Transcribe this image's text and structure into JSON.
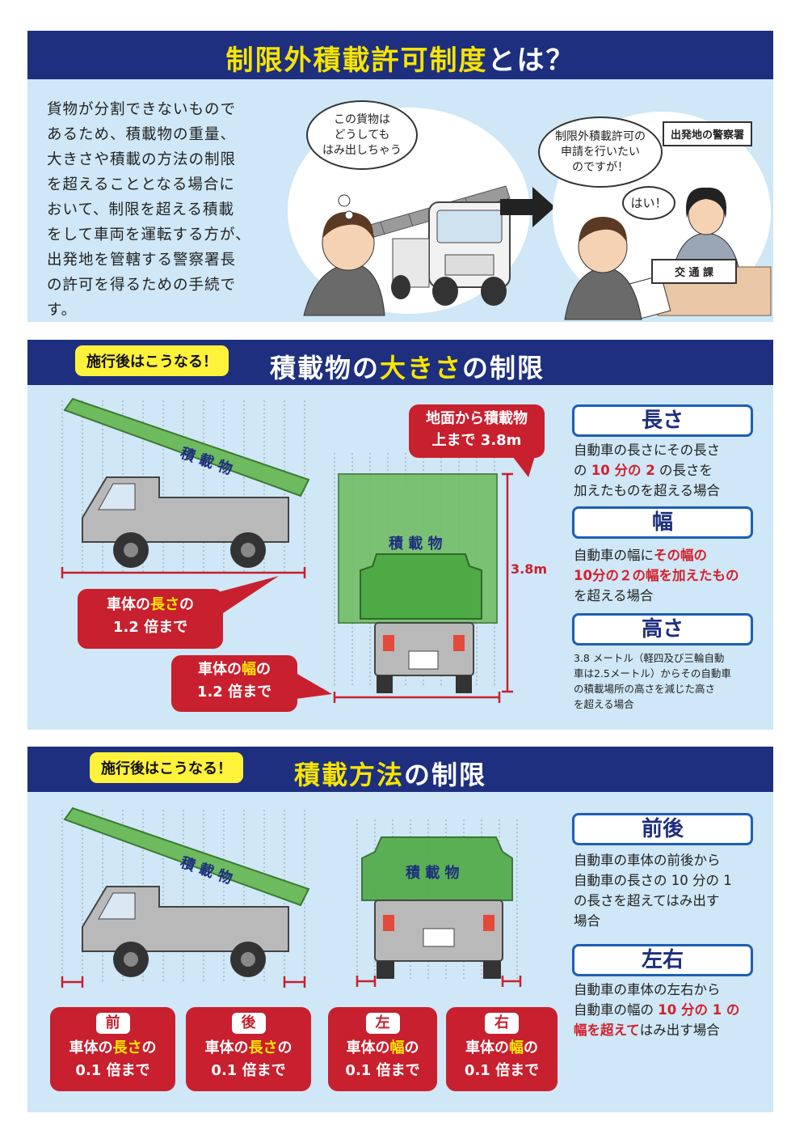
{
  "section1": {
    "title_part1": "制限外積載許可制度",
    "title_part2": "とは？",
    "intro_lines": [
      "貨物が分割できないもので",
      "あるため、積載物の重量、",
      "大きさや積載の方法の制限",
      "を超えることとなる場合に",
      "おいて、制限を超える積載",
      "をして車両を運転する方が、",
      "出発地を管轄する警察署長",
      "の許可を得るための手続で",
      "す。"
    ],
    "bubble_driver": [
      "この貨物は",
      "どうしても",
      "はみ出しちゃう"
    ],
    "bubble_request": [
      "制限外積載許可の",
      "申請を行いたい",
      "のですが！"
    ],
    "bubble_officer": "はい！",
    "sign_station": "出発地の警察署",
    "sign_desk": "交 通 課"
  },
  "section2": {
    "pill": "施行後はこうなる！",
    "title_a": "積載物の",
    "title_b": "大きさ",
    "title_c": "の制限",
    "cargo_label": "積 載 物",
    "height_callout": [
      "地面から積載物",
      "上まで 3.8m"
    ],
    "height_value": "3.8m",
    "length_box_a": "車体の",
    "length_box_b": "長さ",
    "length_box_c": "の",
    "length_box_d": "1.2 倍まで",
    "width_box_a": "車体の",
    "width_box_b": "幅",
    "width_box_c": "の",
    "width_box_d": "1.2 倍まで",
    "len_label": "長さ",
    "len_desc1": "自動車の長さにその長さ",
    "len_desc2a": "の ",
    "len_desc2b": "10 分の 2",
    "len_desc2c": " の長さを",
    "len_desc3": "加えたものを超える場合",
    "wid_label": "幅",
    "wid_desc1a": "自動車の幅に",
    "wid_desc1b": "その幅の",
    "wid_desc2": "10分の２の幅を加えたもの",
    "wid_desc3": "を超える場合",
    "hei_label": "高さ",
    "hei_desc": [
      "3.8 メートル（軽四及び三輪自動",
      "車は2.5メートル）からその自動車",
      "の積載場所の高さを減じた高さ",
      "を超える場合"
    ]
  },
  "section3": {
    "pill": "施行後はこうなる！",
    "title_a": "積載方法",
    "title_b": "の制限",
    "cargo_label": "積 載 物",
    "fb_label": "前後",
    "fb_desc": [
      "自動車の車体の前後から",
      "自動車の長さの 10 分の 1",
      "の長さを超えてはみ出す",
      "場合"
    ],
    "lr_label": "左右",
    "lr_desc1": "自動車の車体の左右から",
    "lr_desc2a": "自動車の幅の ",
    "lr_desc2b": "10 分の 1 の",
    "lr_desc3a": "幅を超えて",
    "lr_desc3b": "はみ出す場合",
    "boxes": [
      {
        "tag": "前",
        "a": "車体の",
        "b": "長さ",
        "c": "の",
        "d": "0.1 倍まで"
      },
      {
        "tag": "後",
        "a": "車体の",
        "b": "長さ",
        "c": "の",
        "d": "0.1 倍まで"
      },
      {
        "tag": "左",
        "a": "車体の",
        "b": "幅",
        "c": "の",
        "d": "0.1 倍まで"
      },
      {
        "tag": "右",
        "a": "車体の",
        "b": "幅",
        "c": "の",
        "d": "0.1 倍まで"
      }
    ]
  },
  "colors": {
    "navy": "#1d2f7e",
    "yellow": "#f7e400",
    "red": "#c8202e",
    "panel": "#cfe7f6",
    "cargo": "#6dbb5e"
  }
}
